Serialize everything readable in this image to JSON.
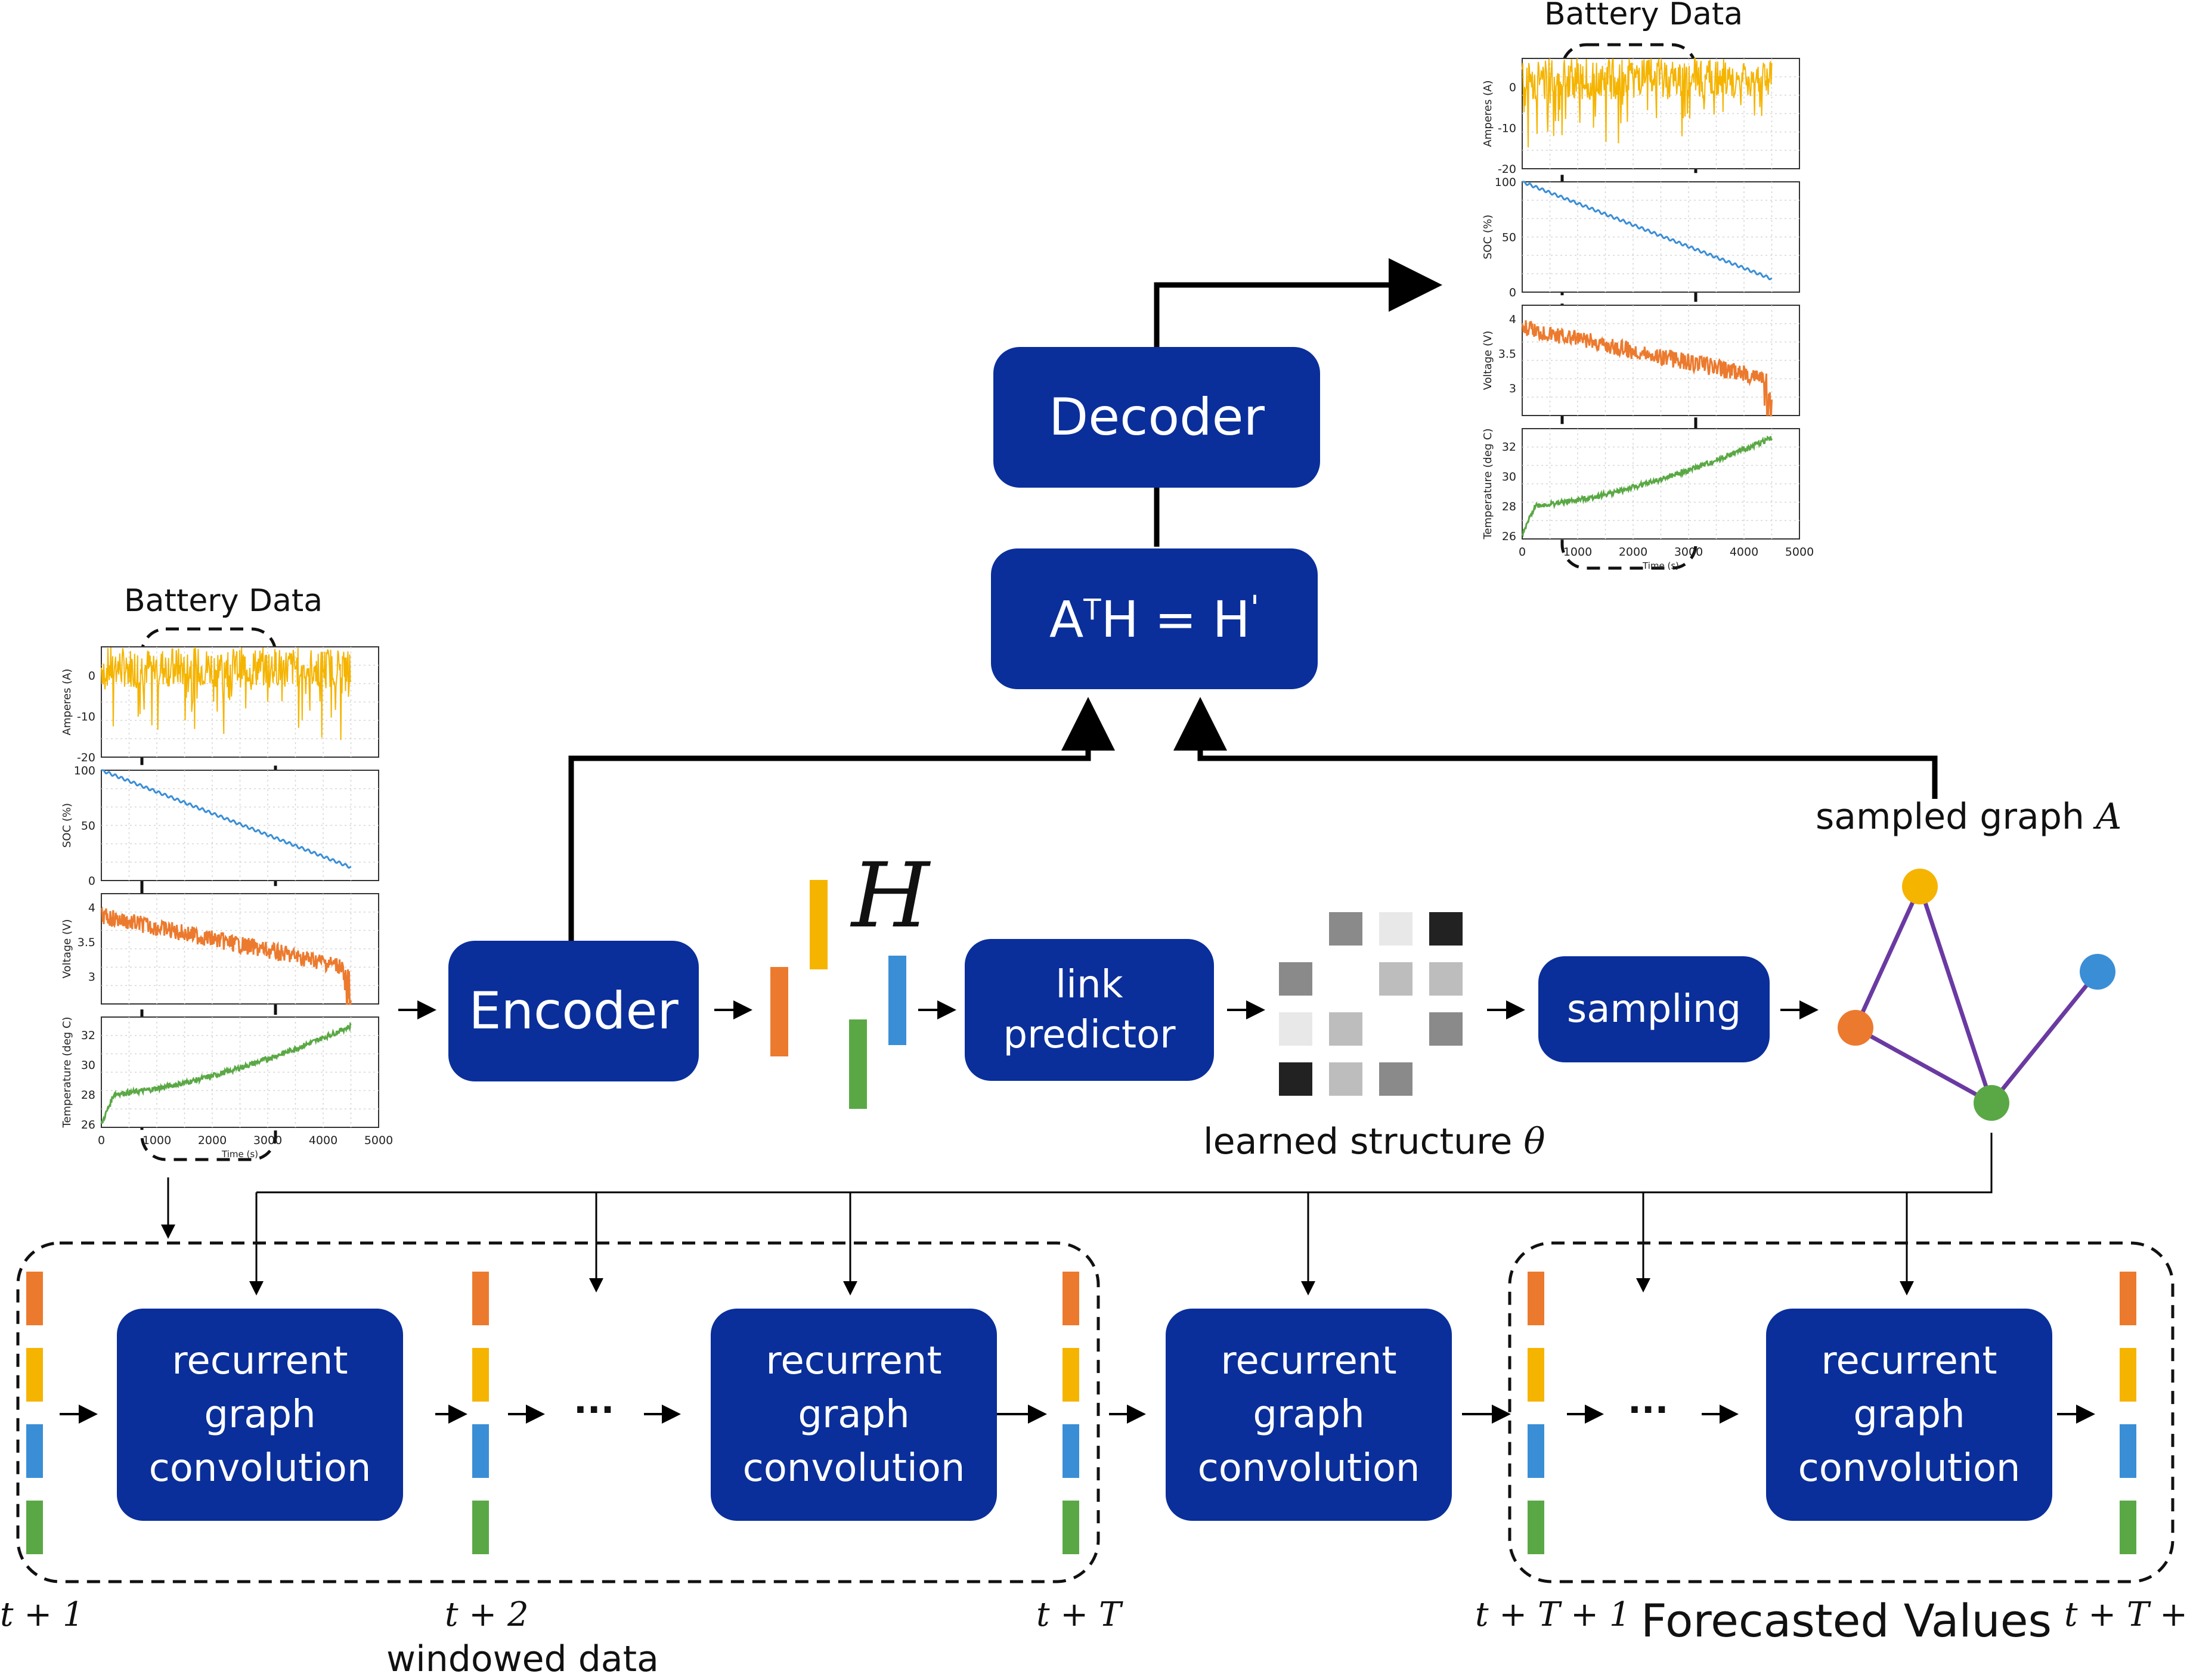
{
  "colors": {
    "box": "#0a2f9b",
    "current": "#f5b400",
    "soc": "#3a8ed6",
    "voltage": "#ec7a2e",
    "temperature": "#5aa845",
    "graph_edge": "#6a3aa2"
  },
  "blocks": {
    "encoder": "Encoder",
    "decoder": "Decoder",
    "link_predictor_1": "link",
    "link_predictor_2": "predictor",
    "sampling": "sampling",
    "ath_base_a": "A",
    "ath_sup_t": "T",
    "ath_mid": "H = H",
    "ath_prime": "'",
    "rgc_1": "recurrent",
    "rgc_2": "graph",
    "rgc_3": "convolution"
  },
  "labels": {
    "battery_data": "Battery Data",
    "h_symbol": "H",
    "learned_structure": "learned  structure ",
    "theta": "θ",
    "sampled_graph": "sampled graph ",
    "sampled_graph_var": "A",
    "ellipsis": "···",
    "windowed_data": "windowed data",
    "forecasted_values": "Forecasted Values",
    "t_plus_1": "t + 1",
    "t_plus_2": "t + 2",
    "t_plus_T": "t + T",
    "t_plus_T_plus_1": "t + T + 1",
    "t_plus_T_plus_tau": "t + T + τ"
  },
  "battery_plots": {
    "xlabel": "Time (s)",
    "xticks": [
      "0",
      "1000",
      "2000",
      "3000",
      "4000",
      "5000"
    ],
    "panels": [
      {
        "ylabel": "Amperes (A)",
        "yticks": [
          "0",
          "-10",
          "-20"
        ]
      },
      {
        "ylabel": "SOC (%)",
        "yticks": [
          "100",
          "50",
          "0"
        ]
      },
      {
        "ylabel": "Voltage (V)",
        "yticks": [
          "4",
          "3.5",
          "3"
        ]
      },
      {
        "ylabel": "Temperature (deg C)",
        "yticks": [
          "32",
          "30",
          "28",
          "26"
        ]
      }
    ]
  }
}
